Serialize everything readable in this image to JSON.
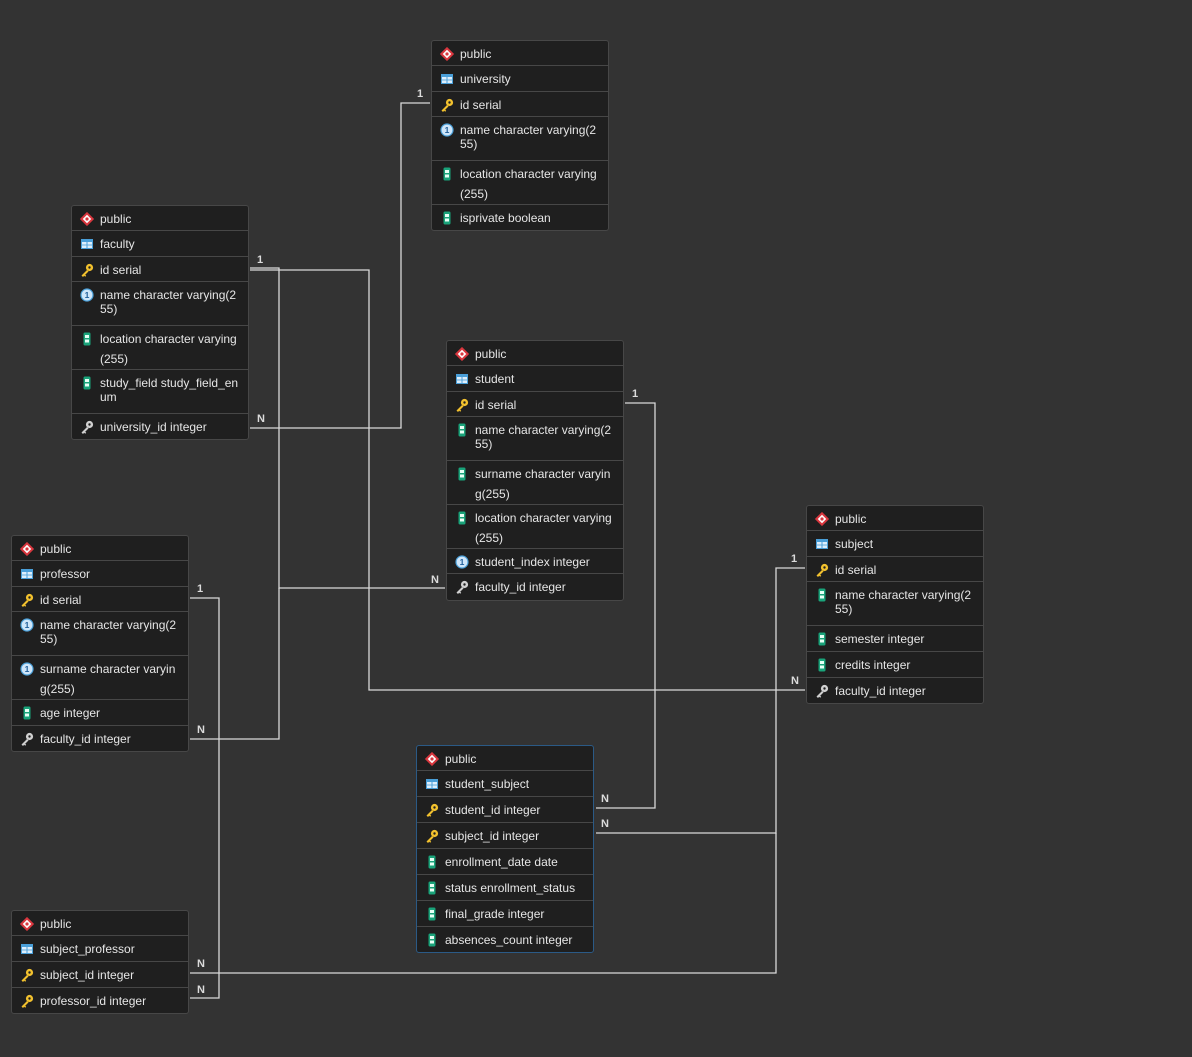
{
  "tables": {
    "university": {
      "schema": "public",
      "name": "university",
      "columns": [
        {
          "text": "id serial",
          "icon": "primary-key-icon"
        },
        {
          "text": "name character varying(255)",
          "icon": "unique-column-icon"
        },
        {
          "text": "location character varying(255)",
          "icon": "column-icon"
        },
        {
          "text": "isprivate boolean",
          "icon": "column-icon"
        }
      ]
    },
    "faculty": {
      "schema": "public",
      "name": "faculty",
      "columns": [
        {
          "text": "id serial",
          "icon": "primary-key-icon"
        },
        {
          "text": "name character varying(255)",
          "icon": "unique-column-icon"
        },
        {
          "text": "location character varying(255)",
          "icon": "column-icon"
        },
        {
          "text": "study_field study_field_enum",
          "icon": "column-icon"
        },
        {
          "text": "university_id integer",
          "icon": "foreign-key-icon"
        }
      ]
    },
    "student": {
      "schema": "public",
      "name": "student",
      "columns": [
        {
          "text": "id serial",
          "icon": "primary-key-icon"
        },
        {
          "text": "name character varying(255)",
          "icon": "column-icon"
        },
        {
          "text": "surname character varying(255)",
          "icon": "column-icon"
        },
        {
          "text": "location character varying(255)",
          "icon": "column-icon"
        },
        {
          "text": "student_index integer",
          "icon": "unique-column-icon"
        },
        {
          "text": "faculty_id integer",
          "icon": "foreign-key-icon"
        }
      ]
    },
    "professor": {
      "schema": "public",
      "name": "professor",
      "columns": [
        {
          "text": "id serial",
          "icon": "primary-key-icon"
        },
        {
          "text": "name character varying(255)",
          "icon": "unique-column-icon"
        },
        {
          "text": "surname character varying(255)",
          "icon": "unique-column-icon"
        },
        {
          "text": "age integer",
          "icon": "column-icon"
        },
        {
          "text": "faculty_id integer",
          "icon": "foreign-key-icon"
        }
      ]
    },
    "subject": {
      "schema": "public",
      "name": "subject",
      "columns": [
        {
          "text": "id serial",
          "icon": "primary-key-icon"
        },
        {
          "text": "name character varying(255)",
          "icon": "column-icon"
        },
        {
          "text": "semester integer",
          "icon": "column-icon"
        },
        {
          "text": "credits integer",
          "icon": "column-icon"
        },
        {
          "text": "faculty_id integer",
          "icon": "foreign-key-icon"
        }
      ]
    },
    "student_subject": {
      "schema": "public",
      "name": "student_subject",
      "columns": [
        {
          "text": "student_id integer",
          "icon": "primary-key-icon"
        },
        {
          "text": "subject_id integer",
          "icon": "primary-key-icon"
        },
        {
          "text": "enrollment_date date",
          "icon": "column-icon"
        },
        {
          "text": "status enrollment_status",
          "icon": "column-icon"
        },
        {
          "text": "final_grade integer",
          "icon": "column-icon"
        },
        {
          "text": "absences_count integer",
          "icon": "column-icon"
        }
      ]
    },
    "subject_professor": {
      "schema": "public",
      "name": "subject_professor",
      "columns": [
        {
          "text": "subject_id integer",
          "icon": "primary-key-icon"
        },
        {
          "text": "professor_id integer",
          "icon": "primary-key-icon"
        }
      ]
    }
  },
  "cardinality": {
    "one": "1",
    "many": "N"
  },
  "colors": {
    "background": "#333333",
    "table_bg": "#1f1f1f",
    "border": "#474747",
    "link": "#d9d9d9",
    "key": "#f2c12e",
    "schema": "#d9363e",
    "grid": "#4a9fd8",
    "column": "#1aa37a"
  }
}
